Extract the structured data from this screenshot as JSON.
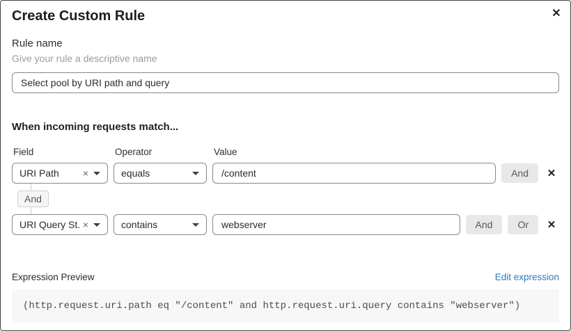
{
  "modal": {
    "title": "Create Custom Rule",
    "close_icon": "✕"
  },
  "rule_name": {
    "label": "Rule name",
    "helper": "Give your rule a descriptive name",
    "value": "Select pool by URI path and query"
  },
  "conditions": {
    "heading": "When incoming requests match...",
    "column_headers": {
      "field": "Field",
      "operator": "Operator",
      "value": "Value"
    },
    "connector_label": "And",
    "rows": [
      {
        "field": "URI Path",
        "clear_icon": "×",
        "operator": "equals",
        "value": "/content",
        "buttons": {
          "and": "And"
        },
        "delete_icon": "✕"
      },
      {
        "field": "URI Query St...",
        "clear_icon": "×",
        "operator": "contains",
        "value": "webserver",
        "buttons": {
          "and": "And",
          "or": "Or"
        },
        "delete_icon": "✕"
      }
    ]
  },
  "expression_preview": {
    "label": "Expression Preview",
    "edit_link": "Edit expression",
    "expression": "(http.request.uri.path eq \"/content\" and http.request.uri.query contains \"webserver\")"
  },
  "colors": {
    "link_blue": "#2f7bbf",
    "button_gray_bg": "#e8e8e8",
    "input_border": "#888888",
    "code_bg": "#f7f7f7",
    "helper_text": "#9b9b9b"
  }
}
